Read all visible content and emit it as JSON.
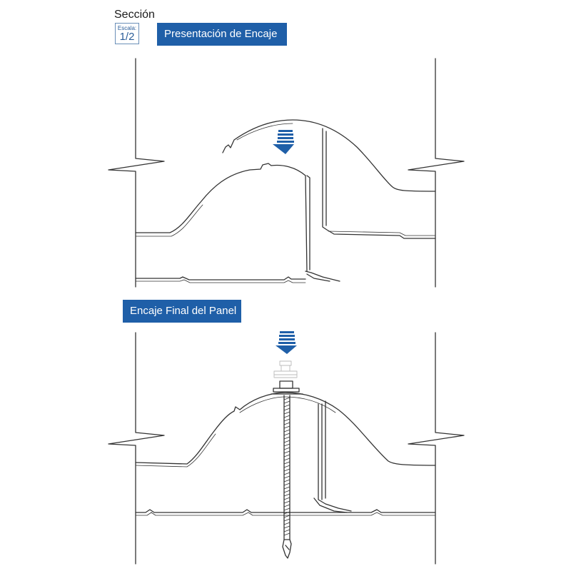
{
  "header": {
    "section_label": "Sección",
    "scale_label": "Escala:",
    "scale_value": "1/2"
  },
  "stage_top": {
    "title": "Presentación de Encaje"
  },
  "stage_bottom": {
    "title": "Encaje Final del Panel"
  },
  "colors": {
    "accent": "#1f5fa8",
    "line": "#333333"
  }
}
